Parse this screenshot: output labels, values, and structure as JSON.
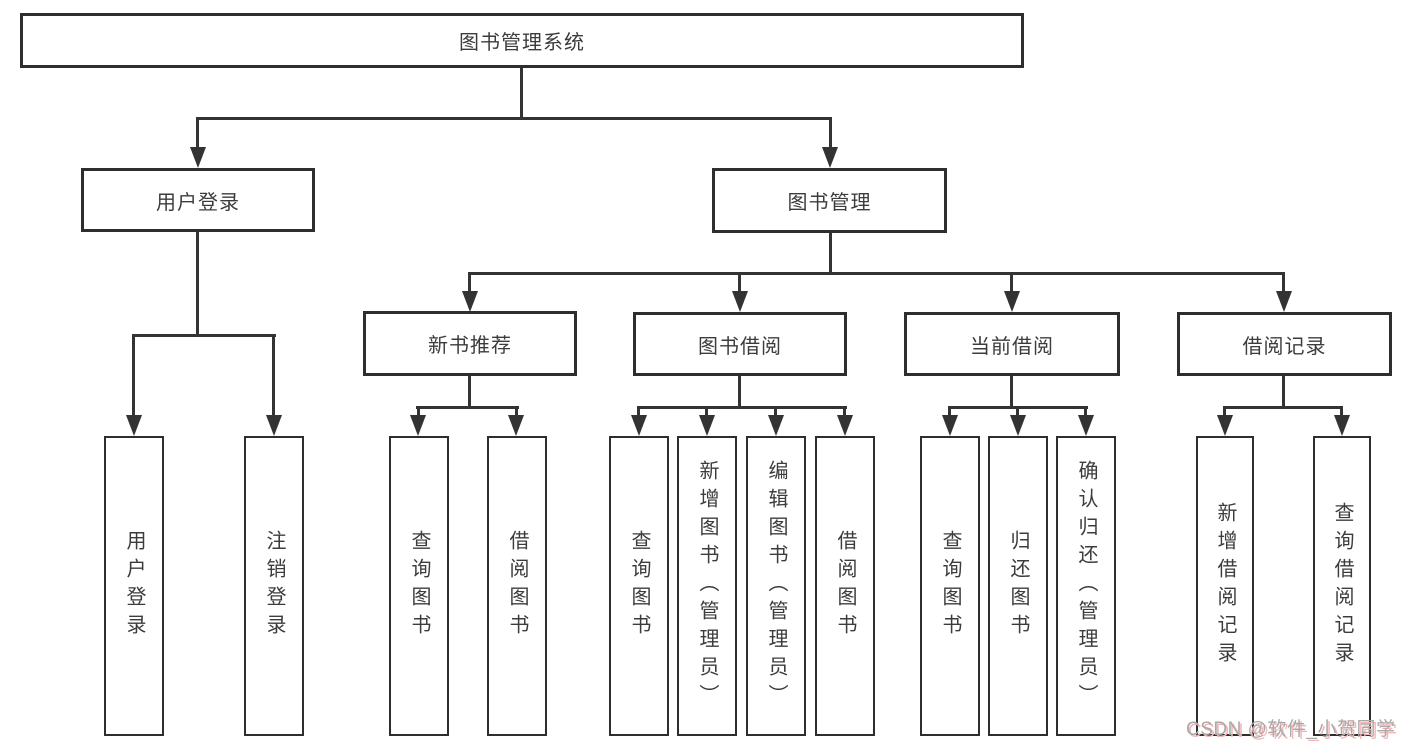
{
  "colors": {
    "line": "#333333",
    "border": "#2e2e2e",
    "text": "#3c3c3c",
    "background": "#ffffff",
    "watermark_text": "#a9a9a9",
    "watermark_shadow": "#f2b6b6"
  },
  "diagram": {
    "root": {
      "label": "图书管理系统"
    },
    "level2": [
      {
        "label": "用户登录"
      },
      {
        "label": "图书管理"
      }
    ],
    "level3": [
      {
        "label": "新书推荐"
      },
      {
        "label": "图书借阅"
      },
      {
        "label": "当前借阅"
      },
      {
        "label": "借阅记录"
      }
    ],
    "level4": [
      {
        "label": "用户登录"
      },
      {
        "label": "注销登录"
      },
      {
        "label": "查询图书"
      },
      {
        "label": "借阅图书"
      },
      {
        "label": "查询图书"
      },
      {
        "label": "新增图书（管理员）"
      },
      {
        "label": "编辑图书（管理员）"
      },
      {
        "label": "借阅图书"
      },
      {
        "label": "查询图书"
      },
      {
        "label": "归还图书"
      },
      {
        "label": "确认归还（管理员）"
      },
      {
        "label": "新增借阅记录"
      },
      {
        "label": "查询借阅记录"
      }
    ]
  },
  "watermark": {
    "text": "CSDN @软件_小贺同学"
  }
}
